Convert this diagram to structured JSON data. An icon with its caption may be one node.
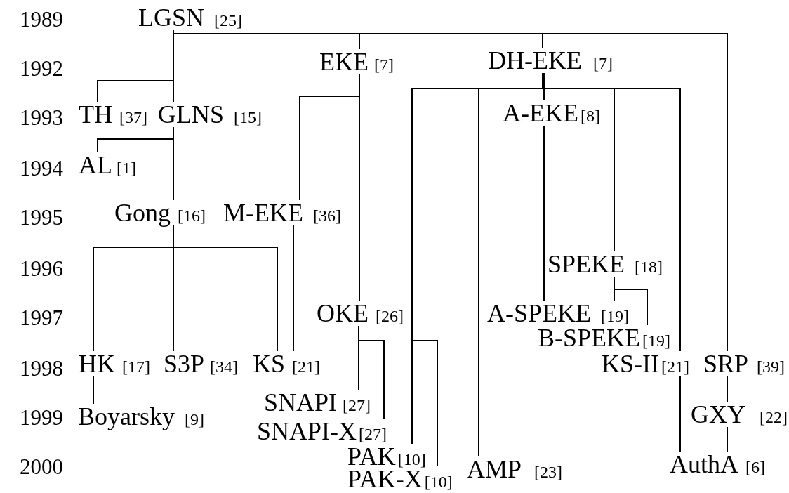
{
  "diagram": {
    "nodes": [
      {
        "text": [
          "LGSN",
          "[25]"
        ]
      },
      {
        "text": [
          "EKE",
          "[7]"
        ]
      },
      {
        "text": [
          "DH-EKE",
          "[7]"
        ]
      },
      {
        "text": [
          "TH",
          "[37]"
        ]
      },
      {
        "text": [
          "GLNS",
          "[15]"
        ]
      },
      {
        "text": [
          "A-EKE",
          "[8]"
        ]
      },
      {
        "text": [
          "AL",
          "[1]"
        ]
      },
      {
        "text": [
          "Gong",
          "[16]"
        ]
      },
      {
        "text": [
          "M-EKE",
          "[36]"
        ]
      },
      {
        "text": [
          "SPEKE",
          "[18]"
        ]
      },
      {
        "text": [
          "OKE",
          "[26]"
        ]
      },
      {
        "text": [
          "A-SPEKE",
          "[19]"
        ]
      },
      {
        "text": [
          "B-SPEKE",
          "[19]"
        ]
      },
      {
        "text": [
          "HK",
          "[17]"
        ]
      },
      {
        "text": [
          "S3P",
          "[34]"
        ]
      },
      {
        "text": [
          "KS",
          "[21]"
        ]
      },
      {
        "text": [
          "KS-II",
          "[21]"
        ]
      },
      {
        "text": [
          "SRP",
          "[39]"
        ]
      },
      {
        "text": [
          "SNAPI",
          "[27]"
        ]
      },
      {
        "text": [
          "SNAPI-X",
          "[27]"
        ]
      },
      {
        "text": [
          "Boyarsky",
          "[9]"
        ]
      },
      {
        "text": [
          "GXY",
          "[22]"
        ]
      },
      {
        "text": [
          "PAK",
          "[10]"
        ]
      },
      {
        "text": [
          "PAK-X",
          "[10]"
        ]
      },
      {
        "text": [
          "AMP",
          "[23]"
        ]
      },
      {
        "text": [
          "AuthA",
          "[6]"
        ]
      }
    ],
    "edges": [
      {
        "from": 0,
        "to": 3,
        "arrow": "none"
      },
      {
        "from": 0,
        "to": 4,
        "arrow": "none"
      },
      {
        "from": 0,
        "to": 1,
        "arrow": "none"
      },
      {
        "from": 0,
        "to": 2,
        "arrow": "none"
      },
      {
        "from": 0,
        "to": 17,
        "arrow": "none"
      },
      {
        "from": 1,
        "to": 8,
        "arrow": "none"
      },
      {
        "from": 1,
        "to": 10,
        "arrow": "none"
      },
      {
        "from": 2,
        "to": 22,
        "arrow": "none"
      },
      {
        "from": 2,
        "to": 23,
        "arrow": "none"
      },
      {
        "from": 2,
        "to": 24,
        "arrow": "none"
      },
      {
        "from": 2,
        "to": 5,
        "arrow": "none"
      },
      {
        "from": 2,
        "to": 9,
        "arrow": "none"
      },
      {
        "from": 2,
        "to": 16,
        "arrow": "none"
      },
      {
        "from": 4,
        "to": 6,
        "arrow": "none"
      },
      {
        "from": 4,
        "to": 7,
        "arrow": "none"
      },
      {
        "from": 5,
        "to": 11,
        "arrow": "none"
      },
      {
        "from": 9,
        "to": 11,
        "arrow": "none"
      },
      {
        "from": 9,
        "to": 12,
        "arrow": "none"
      },
      {
        "from": 7,
        "to": 13,
        "arrow": "none"
      },
      {
        "from": 7,
        "to": 14,
        "arrow": "none"
      },
      {
        "from": 7,
        "to": 15,
        "arrow": "none"
      },
      {
        "from": 8,
        "to": 15,
        "arrow": "none"
      },
      {
        "from": 13,
        "to": 20,
        "arrow": "none"
      },
      {
        "from": 10,
        "to": 18,
        "arrow": "none"
      },
      {
        "from": 10,
        "to": 19,
        "arrow": "none"
      },
      {
        "from": 16,
        "to": 25,
        "arrow": "none"
      },
      {
        "from": 17,
        "to": 21,
        "arrow": "none"
      },
      {
        "from": 21,
        "to": 25,
        "arrow": "none"
      }
    ],
    "labels": [
      "1989",
      "1992",
      "1993",
      "1994",
      "1995",
      "1996",
      "1997",
      "1998",
      "1999",
      "2000"
    ]
  }
}
